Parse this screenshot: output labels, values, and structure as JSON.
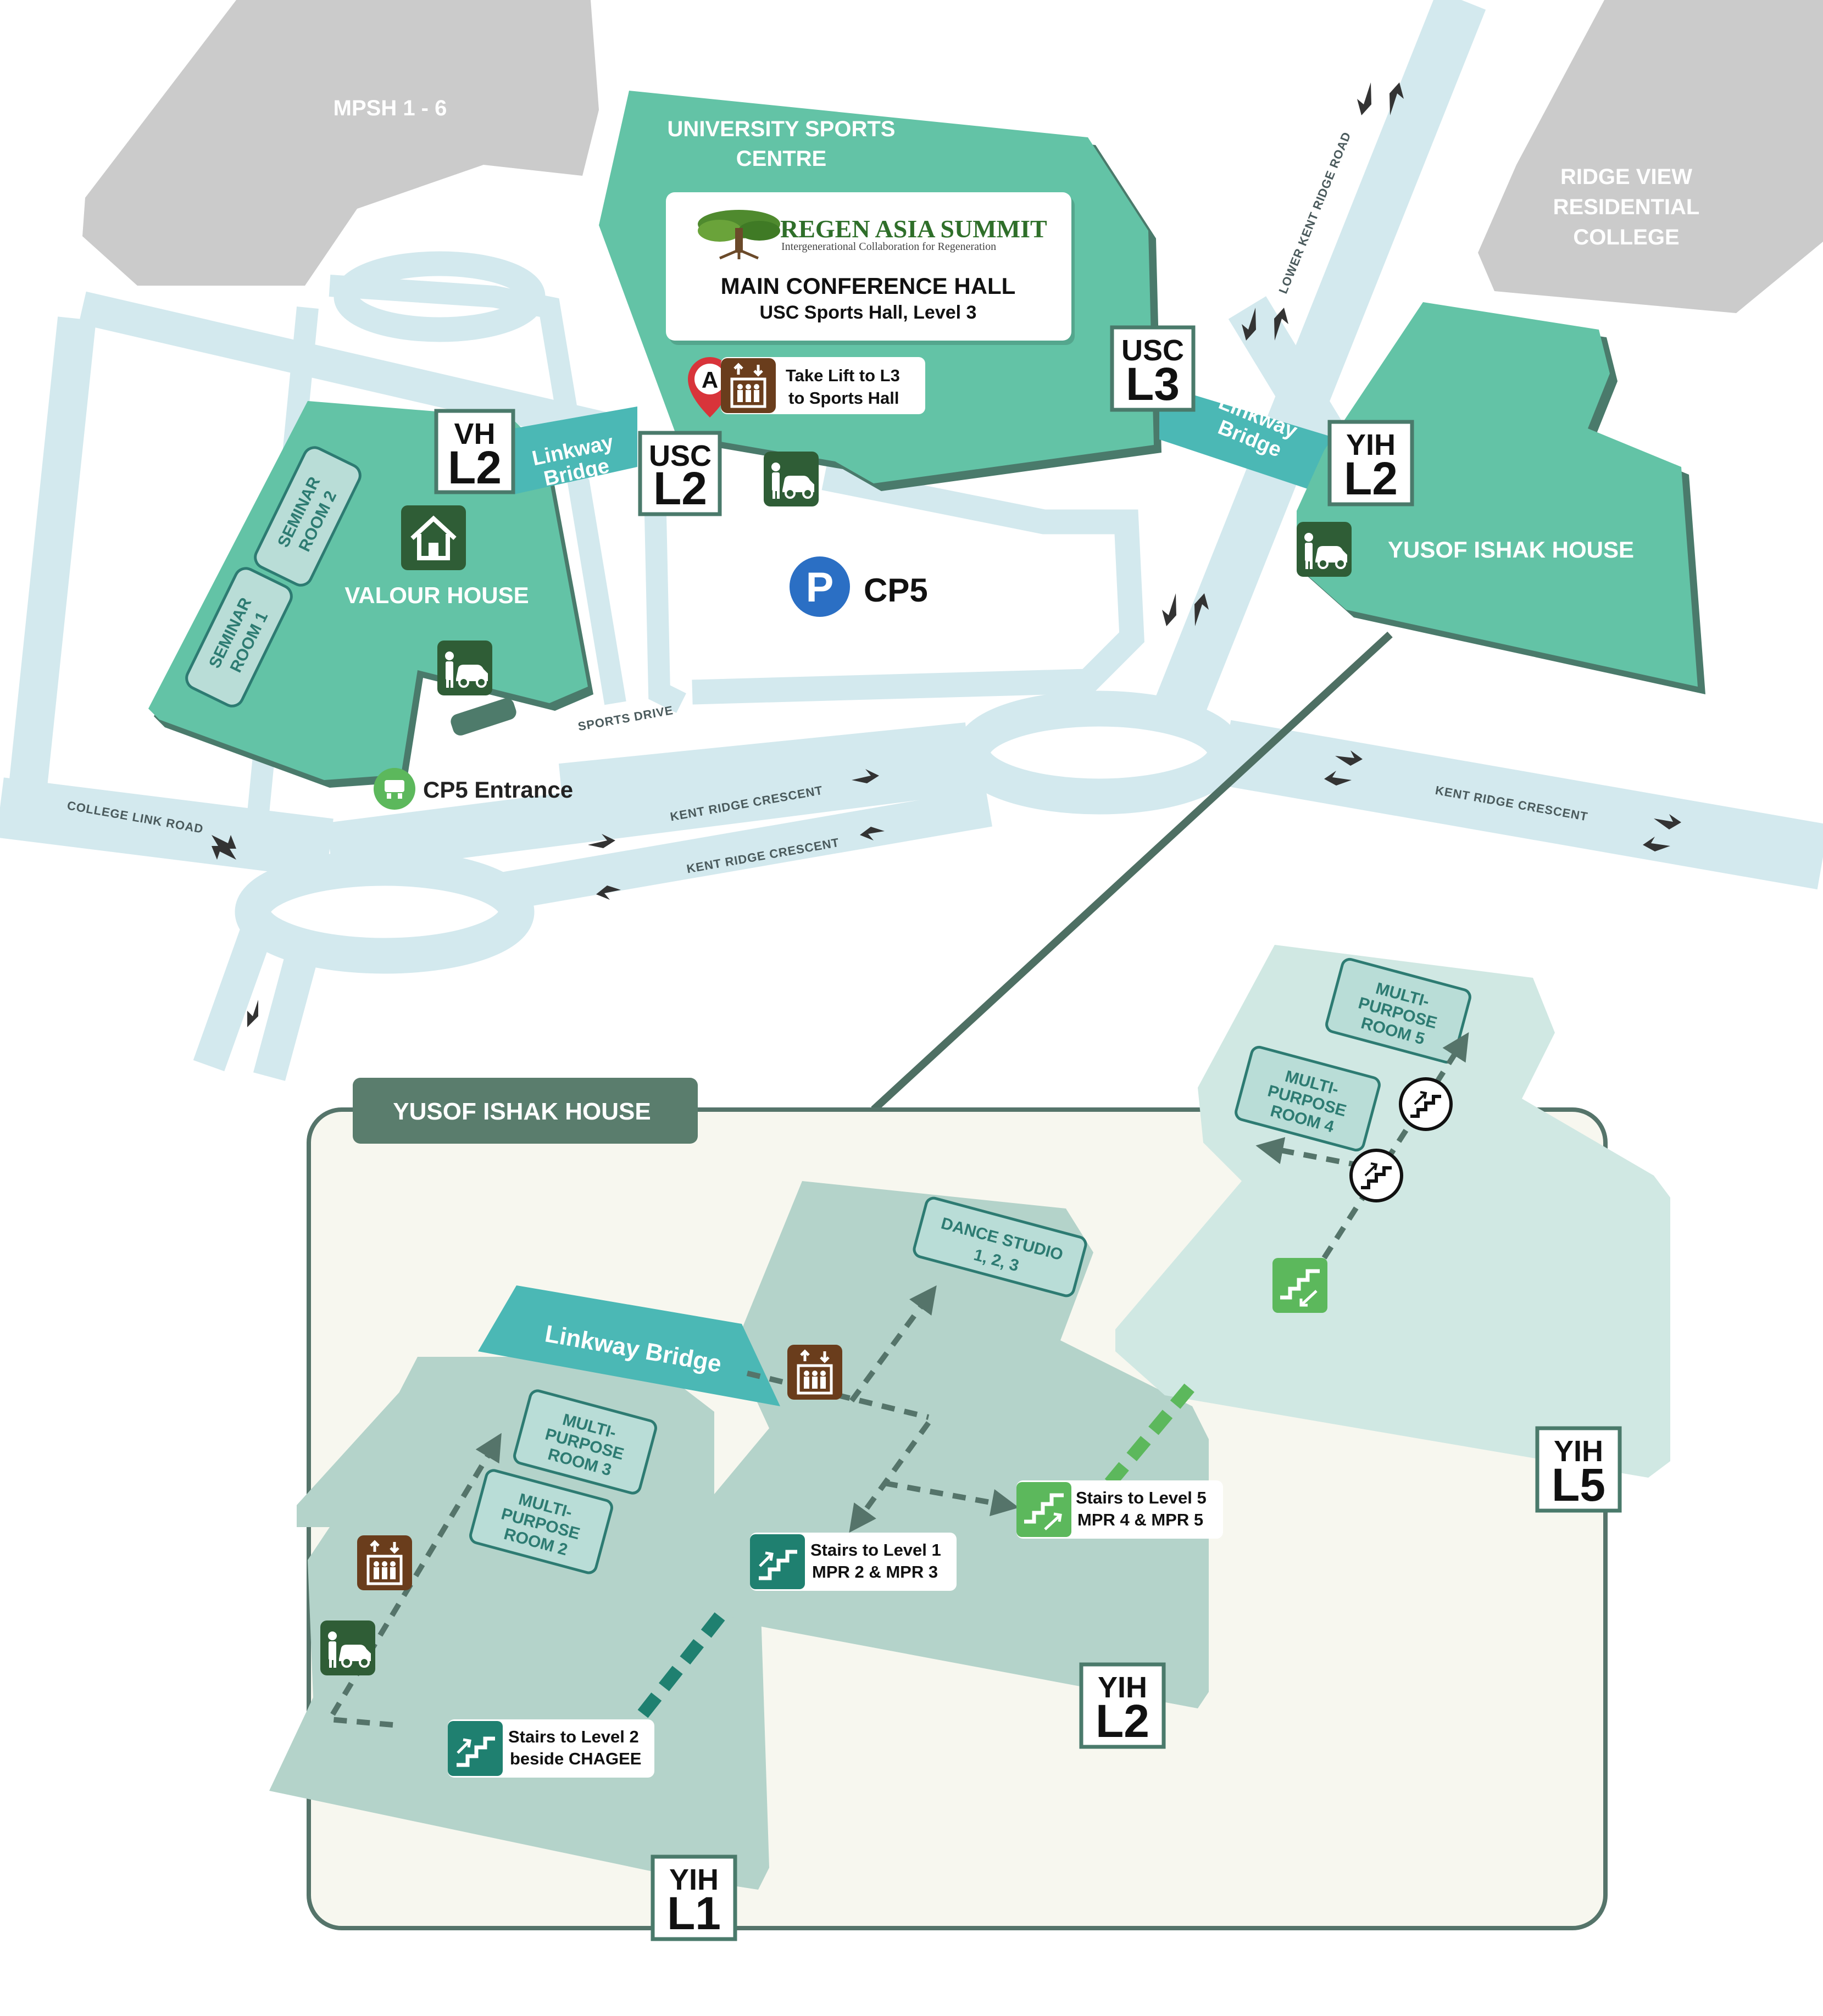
{
  "buildings": {
    "mpsh": "MPSH 1 - 6",
    "usc_line1": "UNIVERSITY SPORTS",
    "usc_line2": "CENTRE",
    "ridge_line1": "RIDGE VIEW",
    "ridge_line2": "RESIDENTIAL",
    "ridge_line3": "COLLEGE",
    "valour": "VALOUR HOUSE",
    "yih": "YUSOF ISHAK HOUSE"
  },
  "conference": {
    "summit_title": "REGEN ASIA SUMMIT",
    "summit_tagline": "Intergenerational Collaboration for Regeneration",
    "hall": "MAIN CONFERENCE HALL",
    "location": "USC Sports Hall, Level 3"
  },
  "lift_note": {
    "line1": "Take Lift to L3",
    "line2": "to Sports Hall",
    "marker": "A"
  },
  "badges": {
    "vh_l2": {
      "top": "VH",
      "bottom": "L2"
    },
    "usc_l2": {
      "top": "USC",
      "bottom": "L2"
    },
    "usc_l3": {
      "top": "USC",
      "bottom": "L3"
    },
    "yih_l2_top": {
      "top": "YIH",
      "bottom": "L2"
    },
    "yih_l1": {
      "top": "YIH",
      "bottom": "L1"
    },
    "yih_l2": {
      "top": "YIH",
      "bottom": "L2"
    },
    "yih_l5": {
      "top": "YIH",
      "bottom": "L5"
    }
  },
  "bridges": {
    "left_line1": "Linkway",
    "left_line2": "Bridge",
    "right_line1": "Linkway",
    "right_line2": "Bridge",
    "floorplan": "Linkway Bridge"
  },
  "parking": {
    "symbol": "P",
    "name": "CP5",
    "entrance": "CP5 Entrance"
  },
  "roads": {
    "sports_drive": "SPORTS DRIVE",
    "college_link": "COLLEGE LINK ROAD",
    "kent_ridge_1": "KENT RIDGE CRESCENT",
    "kent_ridge_2": "KENT RIDGE CRESCENT",
    "kent_ridge_3": "KENT RIDGE CRESCENT",
    "lower_kent": "LOWER KENT RIDGE ROAD"
  },
  "seminar": {
    "room1_line1": "SEMINAR",
    "room1_line2": "ROOM 1",
    "room2_line1": "SEMINAR",
    "room2_line2": "ROOM 2"
  },
  "floorplan": {
    "title": "YUSOF ISHAK HOUSE",
    "mpr2": [
      "MULTI-",
      "PURPOSE",
      "ROOM 2"
    ],
    "mpr3": [
      "MULTI-",
      "PURPOSE",
      "ROOM 3"
    ],
    "mpr4": [
      "MULTI-",
      "PURPOSE",
      "ROOM 4"
    ],
    "mpr5": [
      "MULTI-",
      "PURPOSE",
      "ROOM 5"
    ],
    "dance": [
      "DANCE STUDIO",
      "1, 2, 3"
    ],
    "stairs_l2": [
      "Stairs to Level 2",
      "beside CHAGEE"
    ],
    "stairs_l1": [
      "Stairs to Level 1",
      "MPR 2 & MPR 3"
    ],
    "stairs_l5": [
      "Stairs to Level 5",
      "MPR 4 & MPR 5"
    ]
  },
  "icons": [
    "building-icon",
    "lift-icon",
    "drop-off-icon",
    "stairs-up-icon",
    "stairs-down-icon",
    "parking-icon",
    "location-pin-icon",
    "escalator-icon"
  ],
  "colors": {
    "building_green": "#63c3a6",
    "building_shadow": "#4a7a6b",
    "road": "#d3e9ee",
    "gray_block": "#cbcbcb",
    "icon_dark_green": "#2f5d36",
    "icon_brown": "#6a3d1c",
    "stairs_teal": "#1f8070",
    "stairs_green": "#5cb85c",
    "parking_blue": "#2b6fc4",
    "pin_red": "#d8343a",
    "title_bar": "#5a7d6d"
  }
}
